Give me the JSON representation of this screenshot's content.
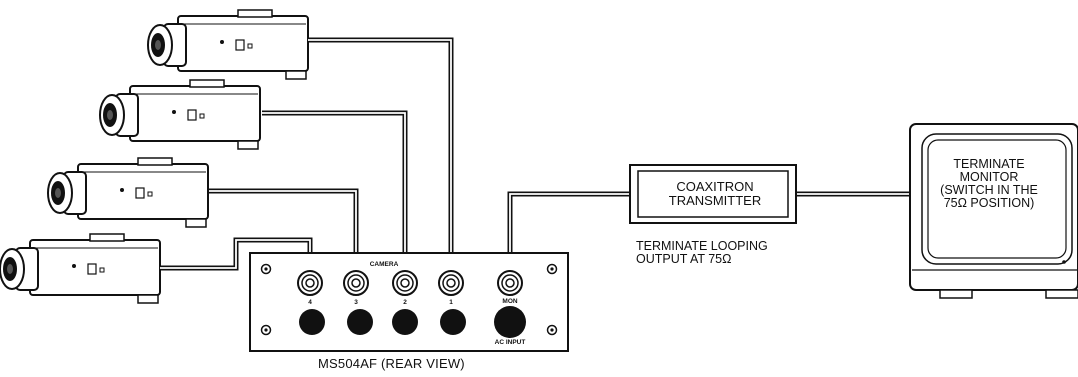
{
  "switcher": {
    "model_label": "MS504AF (REAR VIEW)",
    "camera_group_label": "CAMERA",
    "connector_labels": [
      "4",
      "3",
      "2",
      "1"
    ],
    "monitor_port_label": "MON",
    "ac_input_label": "AC INPUT"
  },
  "transmitter": {
    "lines": [
      "COAXITRON",
      "TRANSMITTER"
    ]
  },
  "transmitter_note": {
    "lines": [
      "TERMINATE LOOPING",
      "OUTPUT AT 75Ω"
    ]
  },
  "monitor": {
    "lines": [
      "TERMINATE",
      "MONITOR",
      "(SWITCH IN THE",
      "75Ω POSITION)"
    ]
  },
  "colors": {
    "ink": "#111111",
    "background": "#ffffff"
  }
}
